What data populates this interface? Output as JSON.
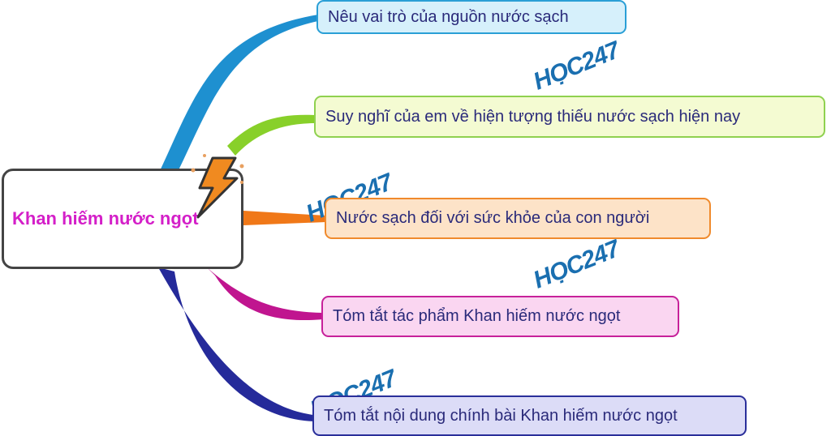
{
  "central": {
    "label": "Khan hiếm nước ngọt"
  },
  "branches": [
    {
      "label": "Nêu vai trò của nguồn nước sạch",
      "color": "#1e90d0"
    },
    {
      "label": "Suy nghĩ của em về hiện tượng thiếu nước sạch hiện nay",
      "color": "#88d02a"
    },
    {
      "label": "Nước sạch đối với sức khỏe của con người",
      "color": "#f07818"
    },
    {
      "label": "Tóm tắt tác phẩm Khan hiếm nước ngọt",
      "color": "#c0158f"
    },
    {
      "label": "Tóm tắt nội dung chính bài Khan hiếm nước ngọt",
      "color": "#252a9a"
    }
  ],
  "watermark": "HỌC247"
}
